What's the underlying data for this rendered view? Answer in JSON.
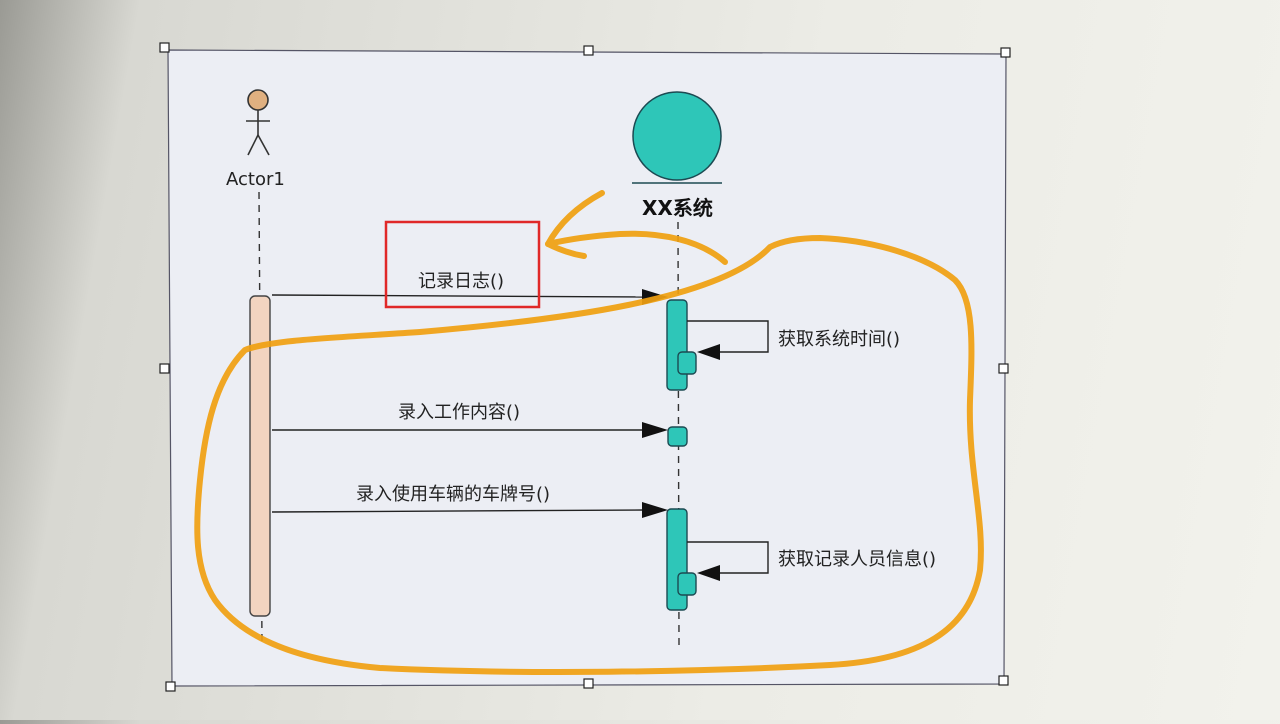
{
  "diagram": {
    "type": "sequence",
    "actor": {
      "label": "Actor1"
    },
    "system": {
      "label": "XX系统"
    },
    "messages": [
      {
        "label": "记录日志()",
        "kind": "call"
      },
      {
        "label": "获取系统时间()",
        "kind": "self"
      },
      {
        "label": "录入工作内容()",
        "kind": "call"
      },
      {
        "label": "录入使用车辆的车牌号()",
        "kind": "call"
      },
      {
        "label": "获取记录人员信息()",
        "kind": "self"
      }
    ]
  },
  "colors": {
    "frame_bg": "#eceef4",
    "actor_head": "#e0b080",
    "actor_activation": "#f2d4c0",
    "system_fill": "#2ec6b8",
    "annotation_orange": "#f0a010",
    "annotation_red": "#e02828"
  }
}
